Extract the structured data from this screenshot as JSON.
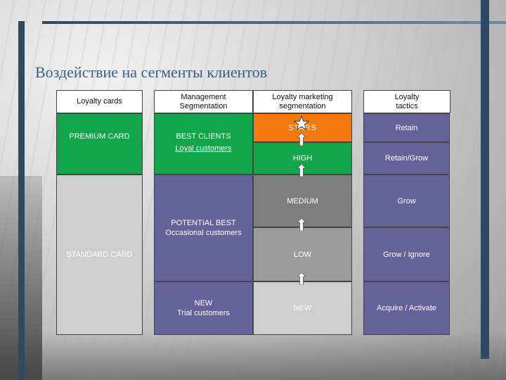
{
  "title": "Воздействие на сегменты клиентов",
  "headers": {
    "loyalty_cards": "Loyalty cards",
    "management": "Management\nSegmentation",
    "marketing": "Loyalty marketing\nsegmentation",
    "tactics": "Loyalty\ntactics"
  },
  "cards": {
    "premium": "PREMIUM CARD",
    "standard": "STANDARD CARD"
  },
  "management": {
    "best_title": "BEST CLIENTS",
    "best_sub": "Loyal customers",
    "potential_title": "POTENTIAL BEST",
    "potential_sub": "Occasional customers",
    "new_title": "NEW",
    "new_sub": "Trial customers"
  },
  "marketing": {
    "stars": "STARS",
    "high": "HIGH",
    "medium": "MEDIUM",
    "low": "LOW",
    "new": "NEW"
  },
  "tactics": {
    "retain": "Retain",
    "retain_grow": "Retain/Grow",
    "grow": "Grow",
    "grow_ignore": "Grow / Ignore",
    "acquire": "Acquire / Activate"
  },
  "icons": {
    "star": "star-icon",
    "arrow": "up-arrow-icon"
  },
  "colors": {
    "green": "#11a64a",
    "purple": "#646399",
    "orange": "#f47a10",
    "grey": "#cfcfcf",
    "frame": "#2e4a63",
    "title": "#3b5f83"
  }
}
